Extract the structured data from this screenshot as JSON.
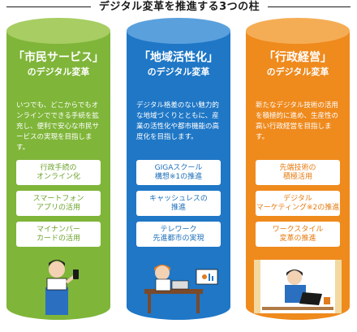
{
  "header": {
    "title": "デジタル変革を推進する3つの柱"
  },
  "pillars": [
    {
      "name": "「市民サービス」",
      "subtitle": "のデジタル変革",
      "description": "いつでも、どこからでもオンラインでできる手続を拡充し、便利で安心な市民サービスの実現を目指します。",
      "items": [
        "行政手続の\nオンライン化",
        "スマートフォン\nアプリの活用",
        "マイナンバー\nカードの活用"
      ],
      "colors": {
        "main": "#7fb539",
        "top": "#a7cd63"
      }
    },
    {
      "name": "「地域活性化」",
      "subtitle": "のデジタル変革",
      "description": "デジタル格差のない魅力的な地域づくりとともに、産業の活性化や都市機能の高度化を目指します。",
      "items": [
        "GIGAスクール\n構想※1の推進",
        "キャッシュレスの\n推進",
        "テレワーク\n先進都市の実現"
      ],
      "colors": {
        "main": "#1f77c6",
        "top": "#5aa0dd"
      }
    },
    {
      "name": "「行政経営」",
      "subtitle": "のデジタル変革",
      "description": "新たなデジタル技術の活用を積極的に進め、生産性の高い行政経営を目指します。",
      "items": [
        "先端技術の\n積極活用",
        "デジタル\nマーケティング※2の推進",
        "ワークスタイル\n変革の推進"
      ],
      "colors": {
        "main": "#ef8a1d",
        "top": "#f5ad55"
      }
    }
  ],
  "illustrations": [
    "person-with-smartphone",
    "student-with-laptop",
    "person-working-at-laptop"
  ]
}
